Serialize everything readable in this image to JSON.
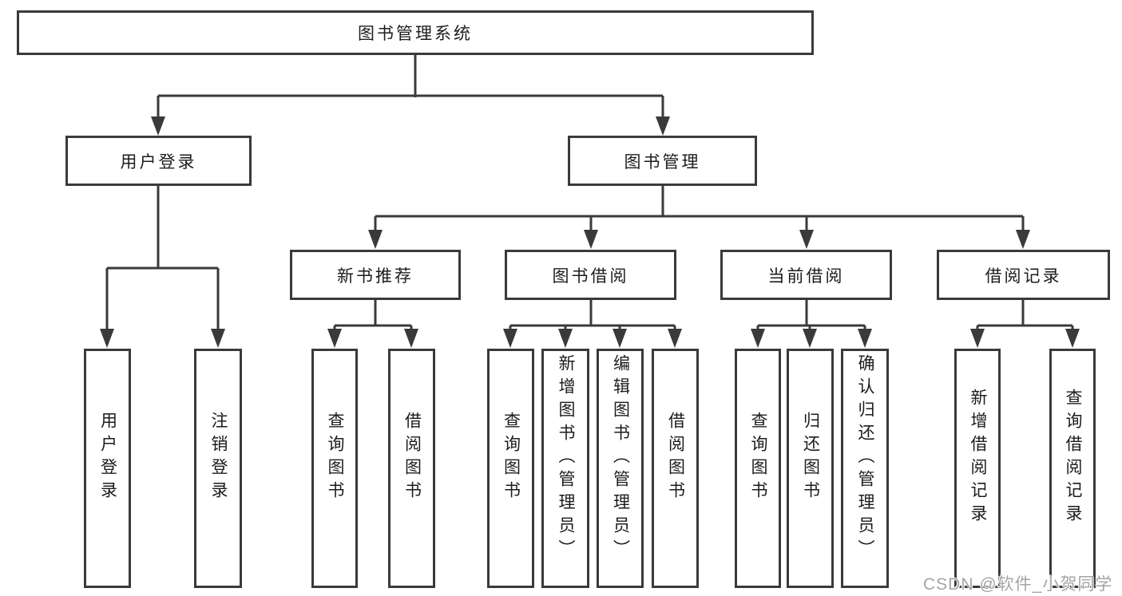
{
  "tree": {
    "label": "图书管理系统",
    "children": [
      {
        "label": "用户登录",
        "children": [
          {
            "label": "用户登录"
          },
          {
            "label": "注销登录"
          }
        ]
      },
      {
        "label": "图书管理",
        "children": [
          {
            "label": "新书推荐",
            "children": [
              {
                "label": "查询图书"
              },
              {
                "label": "借阅图书"
              }
            ]
          },
          {
            "label": "图书借阅",
            "children": [
              {
                "label": "查询图书"
              },
              {
                "label": "新增图书（管理员）"
              },
              {
                "label": "编辑图书（管理员）"
              },
              {
                "label": "借阅图书"
              }
            ]
          },
          {
            "label": "当前借阅",
            "children": [
              {
                "label": "查询图书"
              },
              {
                "label": "归还图书"
              },
              {
                "label": "确认归还（管理员）"
              }
            ]
          },
          {
            "label": "借阅记录",
            "children": [
              {
                "label": "新增借阅记录"
              },
              {
                "label": "查询借阅记录"
              }
            ]
          }
        ]
      }
    ]
  },
  "watermark": {
    "text": "CSDN @软件_小贺同学"
  },
  "colors": {
    "line": "#3a3a3a",
    "box_border": "#3a3a3a",
    "text": "#1c1c1c",
    "watermark": "#a5a5a5",
    "background": "#ffffff"
  }
}
